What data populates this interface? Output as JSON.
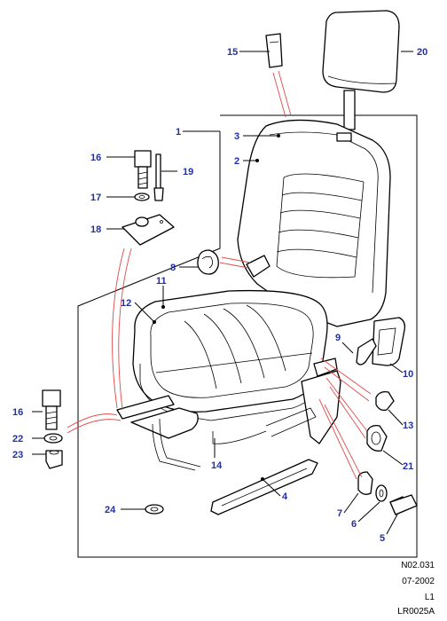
{
  "callouts": {
    "c1": "1",
    "c2": "2",
    "c3": "3",
    "c4": "4",
    "c5": "5",
    "c6": "6",
    "c7": "7",
    "c8": "8",
    "c9": "9",
    "c10": "10",
    "c11": "11",
    "c12": "12",
    "c13": "13",
    "c14": "14",
    "c15": "15",
    "c16a": "16",
    "c16b": "16",
    "c17": "17",
    "c18": "18",
    "c19": "19",
    "c20": "20",
    "c21": "21",
    "c22": "22",
    "c23": "23",
    "c24": "24"
  },
  "meta": {
    "ref": "N02.031",
    "date": "07-2002",
    "level": "L1",
    "code": "LR0025A"
  }
}
